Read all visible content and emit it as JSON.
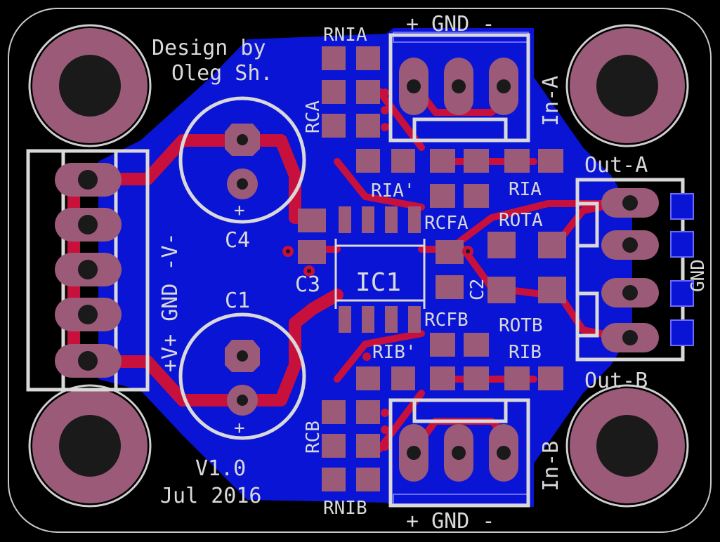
{
  "credits": {
    "line1": "Design by",
    "line2": "Oleg Sh."
  },
  "version": {
    "line1": "V1.0",
    "line2": "Jul 2016"
  },
  "power_connector": {
    "label": "+V+ GND -V-"
  },
  "capacitors": {
    "c4": "C4",
    "c1": "C1",
    "c3": "C3",
    "c2": "C2",
    "plus": "+"
  },
  "ic": {
    "label": "IC1"
  },
  "resistors": {
    "rnia": "RNIA",
    "rca": "RCA",
    "ria_prime": "RIA'",
    "ria": "RIA",
    "rcfa": "RCFA",
    "rota": "ROTA",
    "rcfb": "RCFB",
    "rotb": "ROTB",
    "rib_prime": "RIB'",
    "rib": "RIB",
    "rcb": "RCB",
    "rnib": "RNIB"
  },
  "inputs": {
    "top_label": "+ GND -",
    "bottom_label": "+ GND -",
    "in_a": "In-A",
    "in_b": "In-B"
  },
  "outputs": {
    "out_a": "Out-A",
    "out_b": "Out-B",
    "gnd": "GND"
  },
  "colors": {
    "board_bg": "#000000",
    "copper_pour": "#0a14d4",
    "trace": "#c8103c",
    "pad": "#9a5a78",
    "silkscreen": "#d9d9d9"
  }
}
